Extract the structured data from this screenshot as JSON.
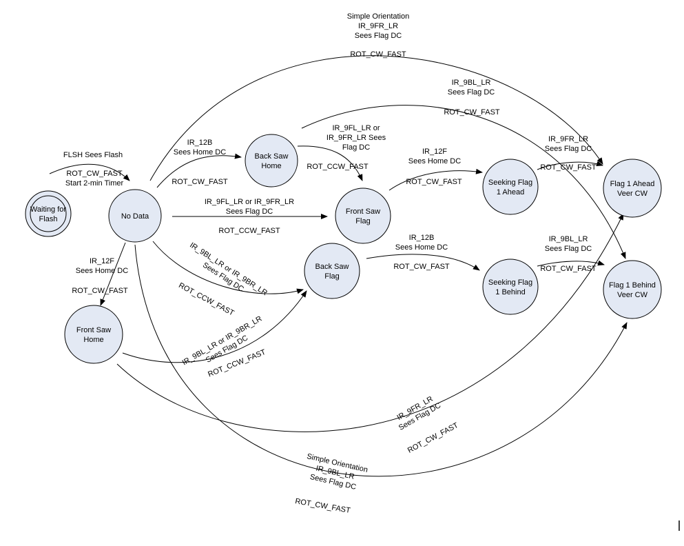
{
  "diagram": {
    "type": "state-machine",
    "colors": {
      "state_fill": "#e3e9f4",
      "stroke": "#000000",
      "background": "#ffffff"
    },
    "states": {
      "waiting": [
        "Waiting for",
        "Flash"
      ],
      "no_data": [
        "No Data"
      ],
      "back_saw_home": [
        "Back Saw",
        "Home"
      ],
      "front_saw_flag": [
        "Front Saw",
        "Flag"
      ],
      "back_saw_flag": [
        "Back Saw",
        "Flag"
      ],
      "front_saw_home": [
        "Front Saw",
        "Home"
      ],
      "seeking_ahead": [
        "Seeking Flag",
        "1 Ahead"
      ],
      "seeking_behind": [
        "Seeking Flag",
        "1 Behind"
      ],
      "flag_ahead": [
        "Flag 1 Ahead",
        "Veer CW"
      ],
      "flag_behind": [
        "Flag 1 Behind",
        "Veer CW"
      ]
    },
    "labels": {
      "simple_orientation_top": [
        "Simple Orientation",
        "IR_9FR_LR",
        "Sees Flag DC"
      ],
      "rot_cw_fast_top": "ROT_CW_FAST",
      "ir9bl_top": [
        "IR_9BL_LR",
        "Sees Flag DC"
      ],
      "rot_cw_fast_mid_top": "ROT_CW_FAST",
      "ir9fl_or_9fr": [
        "IR_9FL_LR or",
        "IR_9FR_LR Sees",
        "Flag DC"
      ],
      "ir9fr_ahead": [
        "IR_9FR_LR",
        "Sees   Flag DC"
      ],
      "flsh": "FLSH Sees Flash",
      "rot_cw_fast_start": [
        "ROT_CW_FAST",
        "Start 2-min Timer"
      ],
      "ir12b_home": [
        "IR_12B",
        "Sees Home DC"
      ],
      "rot_cw_fast_home": "ROT_CW_FAST",
      "rot_ccw_fast_1": "ROT_CCW_FAST",
      "ir12f_flag": [
        "IR_12F",
        "Sees Home DC"
      ],
      "rot_cw_fast_2": "ROT_CW_FAST",
      "rot_cw_fast_3": "ROT_CW_FAST",
      "ir9fl_direct": [
        "IR_9FL_LR or IR_9FR_LR",
        "Sees Flag DC"
      ],
      "rot_ccw_fast_direct": "ROT_CCW_FAST",
      "ir12b_behind": [
        "IR_12B",
        "Sees Home DC"
      ],
      "rot_cw_fast_behind": "ROT_CW_FAST",
      "ir9bl_behind": [
        "IR_9BL_LR",
        "Sees Flag DC"
      ],
      "rot_cw_fast_behind2": "ROT_CW_FAST",
      "ir12f_home": [
        "IR_12F",
        "Sees Home DC"
      ],
      "rot_cw_fast_home2": "ROT_CW_FAST",
      "ir9bl_or_9br_1": [
        "IR_9BL_LR or IR_9BR_LR",
        "Sees Flag DC"
      ],
      "rot_ccw_fast_2": "ROT_CCW_FAST",
      "ir9bl_or_9br_2": [
        "IR_9BL_LR or IR_9BR_LR",
        "Sees Flag DC"
      ],
      "rot_ccw_fast_3": "ROT_CCW_FAST",
      "ir9fr_bottom": [
        "IR_9FR_LR",
        "Sees Flag DC"
      ],
      "rot_cw_fast_bottom": "ROT_CW_FAST",
      "simple_orientation_bottom": [
        "Simple Orientation",
        "IR_9BL_LR",
        "Sees Flag DC"
      ],
      "rot_cw_fast_bottom2": "ROT_CW_FAST"
    }
  }
}
